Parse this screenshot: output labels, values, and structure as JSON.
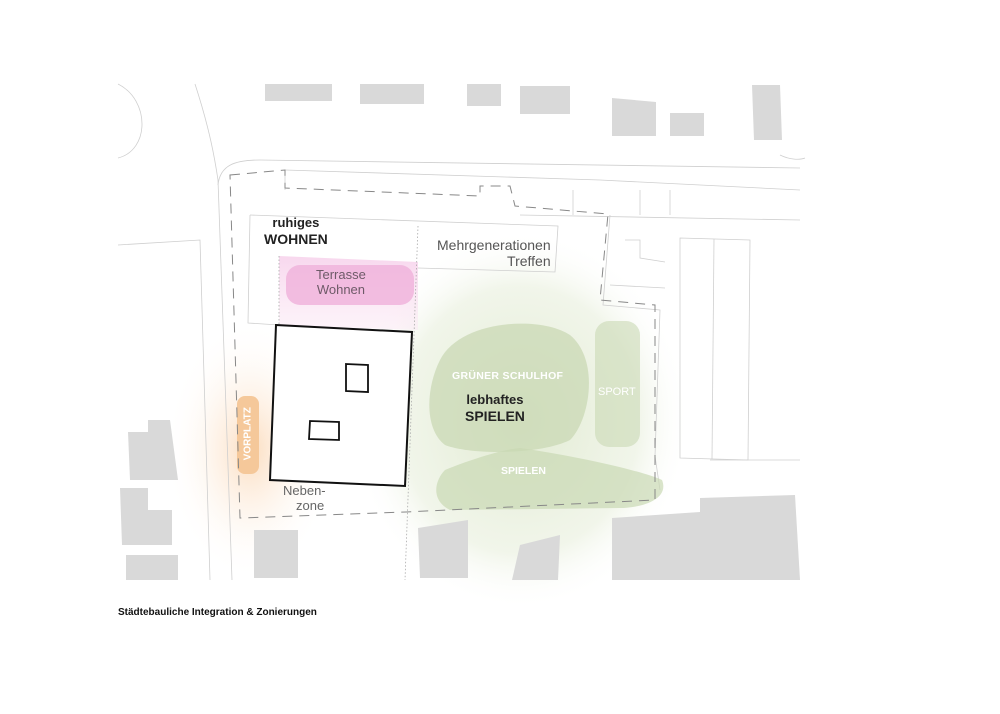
{
  "caption": "Städtebauliche Integration & Zonierungen",
  "zones": {
    "quiet_living": {
      "line1": "ruhiges",
      "line2": "WOHNEN"
    },
    "multigen": {
      "line1": "Mehrgenerationen",
      "line2": "Treffen"
    },
    "terrace": {
      "line1": "Terrasse",
      "line2": "Wohnen"
    },
    "schoolyard": "GRÜNER SCHULHOF",
    "lively_play": {
      "line1": "lebhaftes",
      "line2": "SPIELEN"
    },
    "sport": "SPORT",
    "play": "SPIELEN",
    "forecourt": "VORPLATZ",
    "side_zone": {
      "line1": "Neben-",
      "line2": "zone"
    }
  },
  "colors": {
    "building": "#d9d9d9",
    "green_zone": "#c9d8b4",
    "pink_zone": "#f0b4dc",
    "orange_zone": "#f5c89a",
    "outline": "#111111"
  }
}
